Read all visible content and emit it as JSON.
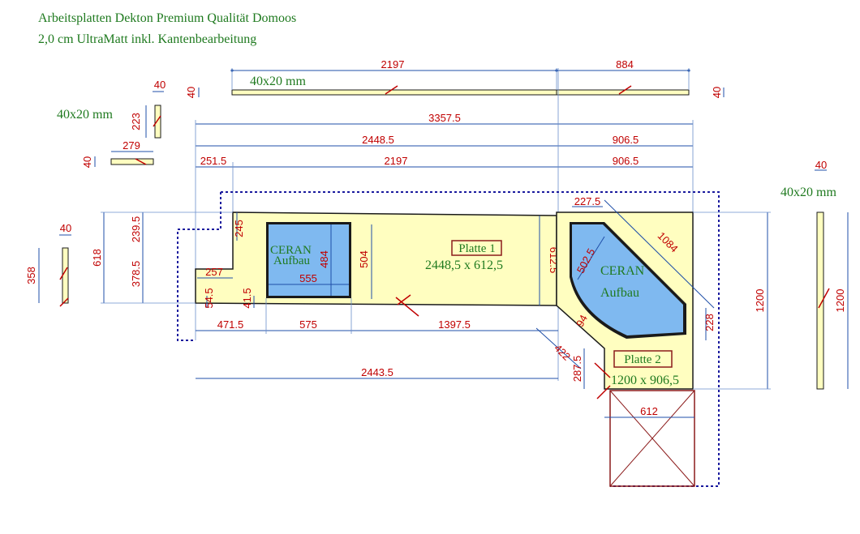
{
  "header": {
    "line1": "Arbeitsplatten Dekton Premium Qualität Domoos",
    "line2": "2,0 cm UltraMatt inkl. Kantenbearbeitung"
  },
  "colors": {
    "slab_fill": "#fffec0",
    "slab_stroke": "#1a1a1a",
    "dimension_line": "#1f4fa8",
    "dimension_text": "#c00000",
    "cooktop_fill": "#7fb9f0",
    "label_green": "#1f7a1f",
    "outline_dotted": "#1a1a9e",
    "base_box": "#8b1a1a"
  },
  "labels": {
    "strip_top_mm": "40x20 mm",
    "strip_left_mm": "40x20 mm",
    "strip_right_mm": "40x20 mm",
    "ceran1_line1": "CERAN",
    "ceran1_line2": "Aufbau",
    "ceran2_line1": "CERAN",
    "ceran2_line2": "Aufbau",
    "platte1_title": "Platte 1",
    "platte1_size": "2448,5 x  612,5",
    "platte2_title": "Platte 2",
    "platte2_size": "1200 x 906,5"
  },
  "dimensions": {
    "top_strip_a": "2197",
    "top_strip_b": "884",
    "top_strip_h_left": "40",
    "top_strip_h_right": "40",
    "small_vert_w": "40",
    "small_vert_h": "223",
    "small_horiz_w": "279",
    "small_horiz_h": "40",
    "total_width": "3357.5",
    "p1_width": "2448.5",
    "p2_width_top": "906.5",
    "left_offset": "251.5",
    "mid_width": "2197",
    "p2_width_2": "906.5",
    "notch_h": "245",
    "left_h_a": "239.5",
    "left_h_b": "378.5",
    "left_total": "618",
    "notch_w": "257",
    "small_a": "54.5",
    "small_b": "41.5",
    "cooktop1_w": "555",
    "cooktop1_h": "484",
    "cooktop1_cut": "504",
    "p1_depth": "612.5",
    "bottom_a": "471.5",
    "bottom_b": "575",
    "bottom_c": "1397.5",
    "bottom_total": "2443.5",
    "left_piece_w": "40",
    "left_piece_h": "358",
    "corner_w": "227.5",
    "corner_diag": "1084",
    "cooktop2_r": "502.5",
    "small_diag": "94",
    "diag_cut": "422",
    "vert_short": "287.5",
    "right_gap": "228",
    "p2_height": "1200",
    "p2_bottom_w": "612",
    "right_piece_w": "40",
    "right_piece_h": "1200"
  }
}
